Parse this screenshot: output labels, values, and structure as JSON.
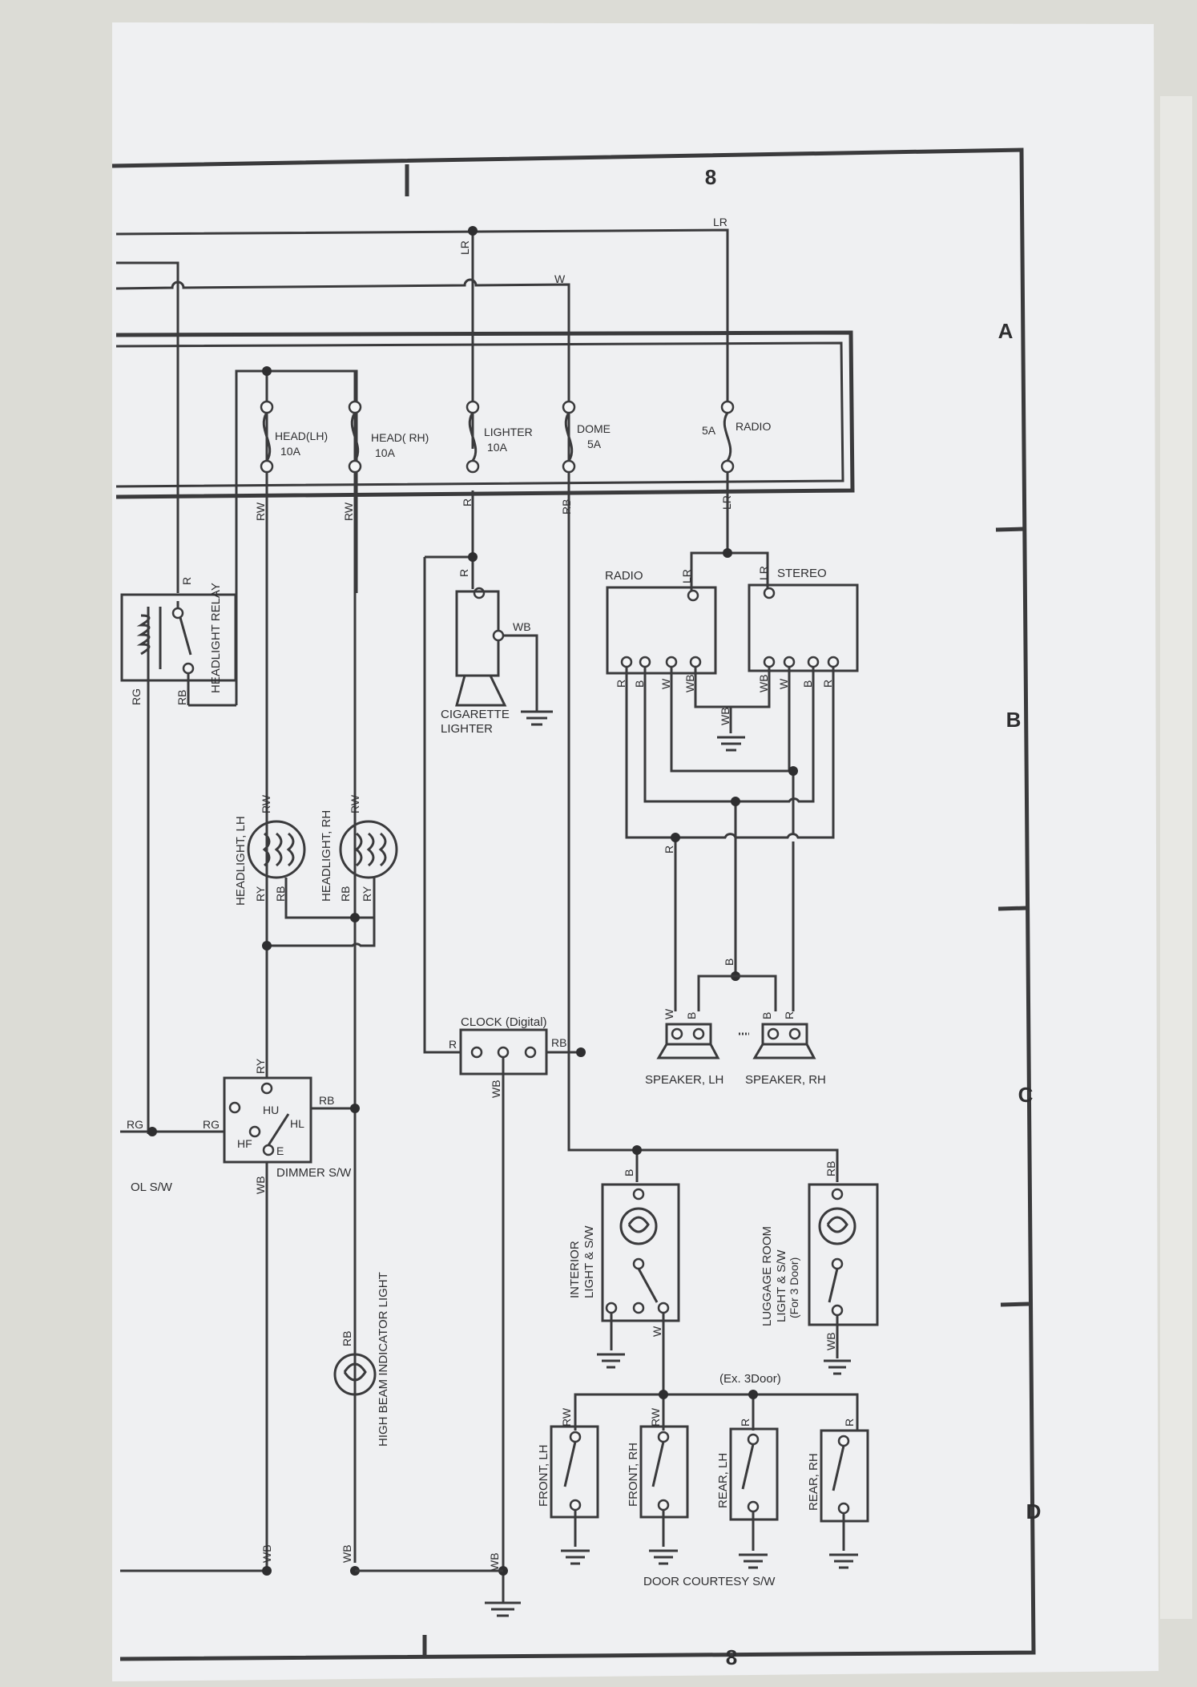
{
  "sheet": {
    "number_top": "8",
    "number_bottom": "8"
  },
  "zones": [
    "A",
    "B",
    "C",
    "D"
  ],
  "fuses": [
    {
      "name": "HEAD(LH)",
      "rating": "10A"
    },
    {
      "name": "HEAD( RH)",
      "rating": "10A"
    },
    {
      "name": "LIGHTER",
      "rating": "10A"
    },
    {
      "name": "DOME",
      "rating": "5A"
    },
    {
      "name": "RADIO",
      "rating": "5A"
    }
  ],
  "components": {
    "headlight_relay": "HEADLIGHT RELAY",
    "headlight_lh": "HEADLIGHT, LH",
    "headlight_rh": "HEADLIGHT, RH",
    "cigarette_lighter": [
      "CIGARETTE",
      "LIGHTER"
    ],
    "radio": "RADIO",
    "stereo": "STEREO",
    "speaker_lh": "SPEAKER, LH",
    "speaker_rh": "SPEAKER, RH",
    "clock": "CLOCK (Digital)",
    "dimmer_sw": "DIMMER S/W",
    "dimmer_terminals": [
      "HU",
      "HL",
      "HF",
      "E"
    ],
    "control_sw_fragment": "OL S/W",
    "interior_light": [
      "INTERIOR",
      "LIGHT & S/W"
    ],
    "luggage_room_light": [
      "LUGGAGE ROOM",
      "LIGHT & S/W",
      "(For 3 Door)"
    ],
    "high_beam_indicator": "HIGH BEAM INDICATOR LIGHT",
    "door_switches": [
      "FRONT, LH",
      "FRONT, RH",
      "REAR, LH",
      "REAR, RH"
    ],
    "ex_3door": "(Ex. 3Door)",
    "door_courtesy": "DOOR COURTESY S/W"
  },
  "wire_codes": [
    "LR",
    "W",
    "RW",
    "R",
    "RB",
    "RG",
    "WB",
    "RY",
    "B"
  ]
}
